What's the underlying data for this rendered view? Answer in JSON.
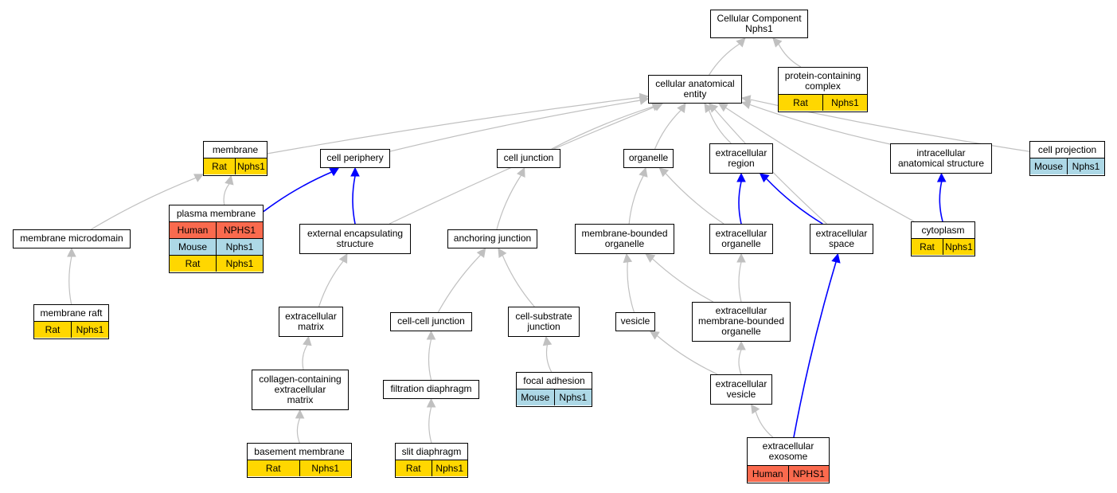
{
  "colors": {
    "edge_gray": "#c0c0c0",
    "edge_blue": "#0000ff",
    "species": {
      "Human": "#fa6a4e",
      "Mouse": "#add8e6",
      "Rat": "#ffd700"
    }
  },
  "nodes": {
    "root": {
      "label": "Cellular Component\nNphs1",
      "annotations": []
    },
    "cae": {
      "label": "cellular anatomical\nentity",
      "annotations": []
    },
    "pcc": {
      "label": "protein-containing\ncomplex",
      "annotations": [
        {
          "species": "Rat",
          "gene": "Nphs1"
        }
      ]
    },
    "membrane": {
      "label": "membrane",
      "annotations": [
        {
          "species": "Rat",
          "gene": "Nphs1"
        }
      ]
    },
    "cellperiph": {
      "label": "cell periphery",
      "annotations": []
    },
    "celljunc": {
      "label": "cell junction",
      "annotations": []
    },
    "organelle": {
      "label": "organelle",
      "annotations": []
    },
    "extreg": {
      "label": "extracellular\nregion",
      "annotations": []
    },
    "intracell": {
      "label": "intracellular\nanatomical structure",
      "annotations": []
    },
    "cellproj": {
      "label": "cell projection",
      "annotations": [
        {
          "species": "Mouse",
          "gene": "Nphs1"
        }
      ]
    },
    "plasmamem": {
      "label": "plasma membrane",
      "annotations": [
        {
          "species": "Human",
          "gene": "NPHS1"
        },
        {
          "species": "Mouse",
          "gene": "Nphs1"
        },
        {
          "species": "Rat",
          "gene": "Nphs1"
        }
      ]
    },
    "memmicro": {
      "label": "membrane microdomain",
      "annotations": []
    },
    "extencap": {
      "label": "external encapsulating\nstructure",
      "annotations": []
    },
    "anchjunc": {
      "label": "anchoring junction",
      "annotations": []
    },
    "membound": {
      "label": "membrane-bounded\norganelle",
      "annotations": []
    },
    "extorg": {
      "label": "extracellular\norganelle",
      "annotations": []
    },
    "extspace": {
      "label": "extracellular\nspace",
      "annotations": []
    },
    "cytoplasm": {
      "label": "cytoplasm",
      "annotations": [
        {
          "species": "Rat",
          "gene": "Nphs1"
        }
      ]
    },
    "memraft": {
      "label": "membrane raft",
      "annotations": [
        {
          "species": "Rat",
          "gene": "Nphs1"
        }
      ]
    },
    "extmatrix": {
      "label": "extracellular\nmatrix",
      "annotations": []
    },
    "cellcell": {
      "label": "cell-cell junction",
      "annotations": []
    },
    "cellsub": {
      "label": "cell-substrate\njunction",
      "annotations": []
    },
    "vesicle": {
      "label": "vesicle",
      "annotations": []
    },
    "extmbo": {
      "label": "extracellular\nmembrane-bounded\norganelle",
      "annotations": []
    },
    "collagen": {
      "label": "collagen-containing\nextracellular\nmatrix",
      "annotations": []
    },
    "filtdiaph": {
      "label": "filtration diaphragm",
      "annotations": []
    },
    "focaladh": {
      "label": "focal adhesion",
      "annotations": [
        {
          "species": "Mouse",
          "gene": "Nphs1"
        }
      ]
    },
    "extves": {
      "label": "extracellular\nvesicle",
      "annotations": []
    },
    "basemem": {
      "label": "basement membrane",
      "annotations": [
        {
          "species": "Rat",
          "gene": "Nphs1"
        }
      ]
    },
    "slitdiaph": {
      "label": "slit diaphragm",
      "annotations": [
        {
          "species": "Rat",
          "gene": "Nphs1"
        }
      ]
    },
    "exosome": {
      "label": "extracellular\nexosome",
      "annotations": [
        {
          "species": "Human",
          "gene": "NPHS1"
        }
      ]
    }
  },
  "edges": [
    {
      "from": "cae",
      "to": "root",
      "color": "gray"
    },
    {
      "from": "pcc",
      "to": "root",
      "color": "gray"
    },
    {
      "from": "membrane",
      "to": "cae",
      "color": "gray"
    },
    {
      "from": "cellperiph",
      "to": "cae",
      "color": "gray"
    },
    {
      "from": "extencap",
      "to": "cae",
      "color": "gray"
    },
    {
      "from": "celljunc",
      "to": "cae",
      "color": "gray"
    },
    {
      "from": "organelle",
      "to": "cae",
      "color": "gray"
    },
    {
      "from": "extreg",
      "to": "cae",
      "color": "gray"
    },
    {
      "from": "extspace",
      "to": "cae",
      "color": "gray"
    },
    {
      "from": "intracell",
      "to": "cae",
      "color": "gray"
    },
    {
      "from": "cytoplasm",
      "to": "cae",
      "color": "gray"
    },
    {
      "from": "cellproj",
      "to": "cae",
      "color": "gray"
    },
    {
      "from": "plasmamem",
      "to": "membrane",
      "color": "gray"
    },
    {
      "from": "memmicro",
      "to": "membrane",
      "color": "gray"
    },
    {
      "from": "plasmamem",
      "to": "cellperiph",
      "color": "blue"
    },
    {
      "from": "extencap",
      "to": "cellperiph",
      "color": "blue"
    },
    {
      "from": "memraft",
      "to": "memmicro",
      "color": "gray"
    },
    {
      "from": "extmatrix",
      "to": "extencap",
      "color": "gray"
    },
    {
      "from": "collagen",
      "to": "extmatrix",
      "color": "gray"
    },
    {
      "from": "basemem",
      "to": "collagen",
      "color": "gray"
    },
    {
      "from": "anchjunc",
      "to": "celljunc",
      "color": "gray"
    },
    {
      "from": "cellcell",
      "to": "anchjunc",
      "color": "gray"
    },
    {
      "from": "cellsub",
      "to": "anchjunc",
      "color": "gray"
    },
    {
      "from": "filtdiaph",
      "to": "cellcell",
      "color": "gray"
    },
    {
      "from": "slitdiaph",
      "to": "filtdiaph",
      "color": "gray"
    },
    {
      "from": "focaladh",
      "to": "cellsub",
      "color": "gray"
    },
    {
      "from": "membound",
      "to": "organelle",
      "color": "gray"
    },
    {
      "from": "extorg",
      "to": "organelle",
      "color": "gray"
    },
    {
      "from": "extorg",
      "to": "extreg",
      "color": "blue"
    },
    {
      "from": "extspace",
      "to": "extreg",
      "color": "blue"
    },
    {
      "from": "vesicle",
      "to": "membound",
      "color": "gray"
    },
    {
      "from": "extmbo",
      "to": "membound",
      "color": "gray"
    },
    {
      "from": "extmbo",
      "to": "extorg",
      "color": "gray"
    },
    {
      "from": "extves",
      "to": "vesicle",
      "color": "gray"
    },
    {
      "from": "extves",
      "to": "extmbo",
      "color": "gray"
    },
    {
      "from": "exosome",
      "to": "extves",
      "color": "gray"
    },
    {
      "from": "exosome",
      "to": "extspace",
      "color": "blue"
    },
    {
      "from": "cytoplasm",
      "to": "intracell",
      "color": "blue"
    }
  ]
}
